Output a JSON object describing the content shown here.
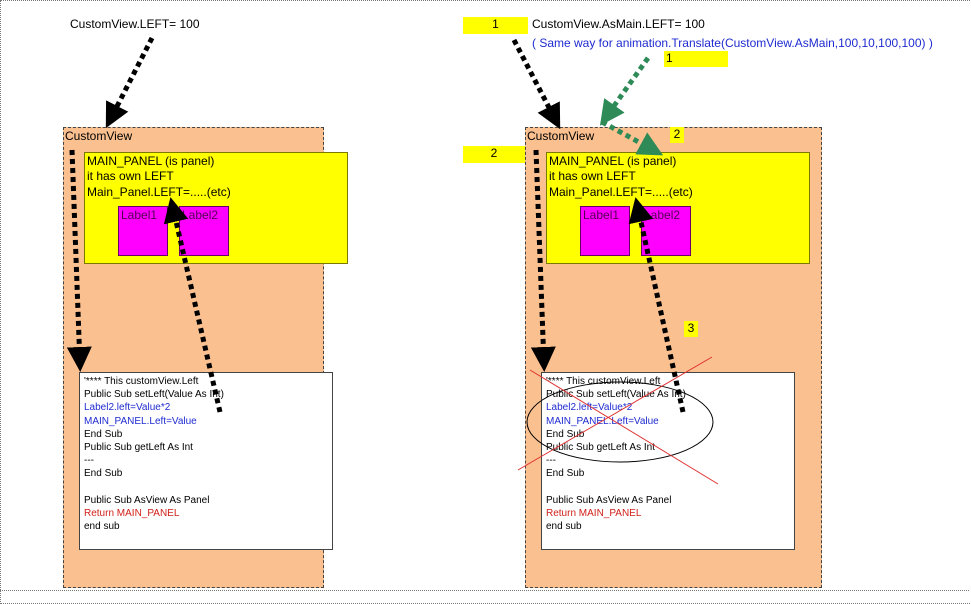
{
  "left": {
    "caption": "CustomView.LEFT= 100",
    "panel_title": "CustomView",
    "main_panel_lines": [
      "MAIN_PANEL (is panel)",
      "it has own LEFT",
      "Main_Panel.LEFT=.....(etc)"
    ],
    "label1": "Label1",
    "label2": "Label2",
    "code": {
      "c1": "'**** This customView.Left",
      "c2": "Public Sub setLeft(Value As Int)",
      "c3": " Label2.left=Value*2",
      "c4": "MAIN_PANEL.Left=Value",
      "c5": "End Sub",
      "c6": "Public Sub getLeft As Int",
      "c7": "---",
      "c8": "End Sub",
      "c9": "",
      "c10": "Public Sub AsView As Panel",
      "c11": "   Return MAIN_PANEL",
      "c12": "end sub"
    }
  },
  "right": {
    "caption": "CustomView.AsMain.LEFT= 100",
    "subcaption": "( Same way for animation.Translate(CustomView.AsMain,100,10,100,100) )",
    "panel_title": "CustomView",
    "main_panel_lines": [
      "MAIN_PANEL (is panel)",
      "it has own LEFT",
      "Main_Panel.LEFT=.....(etc)"
    ],
    "label1": "Label1",
    "label2": "Label2",
    "code": {
      "c1": "'**** This customView.Left",
      "c2": "Public Sub setLeft(Value As Int)",
      "c3": " Label2.left=Value*2",
      "c4": "MAIN_PANEL.Left=Value",
      "c5": "End Sub",
      "c6": "Public Sub getLeft As Int",
      "c7": "---",
      "c8": "End Sub",
      "c9": "",
      "c10": "Public Sub AsView As Panel",
      "c11": "   Return MAIN_PANEL",
      "c12": "end sub"
    }
  },
  "tags": {
    "tag_a": "1",
    "tag_b": "1",
    "tag_c": "2",
    "tag_d": "2",
    "tag_e": "3"
  },
  "colors": {
    "panel": "#fac090",
    "main_panel": "#ffff00",
    "label": "#ff00ff",
    "black_arrow": "#000000",
    "green_arrow": "#2e8b57",
    "cross": "#e03030"
  }
}
